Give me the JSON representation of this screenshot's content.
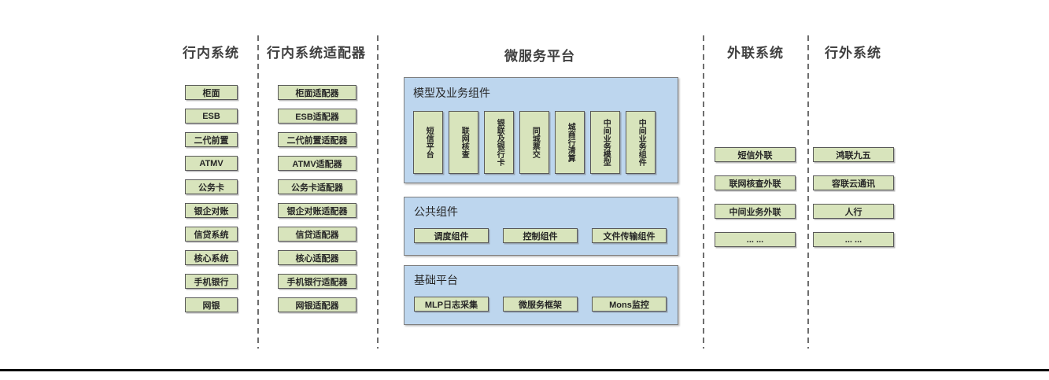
{
  "headers": {
    "internal": "行内系统",
    "adapters": "行内系统适配器",
    "platform": "微服务平台",
    "external": "外联系统",
    "outside": "行外系统"
  },
  "internal_systems": [
    "柜面",
    "ESB",
    "二代前置",
    "ATMV",
    "公务卡",
    "银企对账",
    "信贷系统",
    "核心系统",
    "手机银行",
    "网银"
  ],
  "adapter_systems": [
    "柜面适配器",
    "ESB适配器",
    "二代前置适配器",
    "ATMV适配器",
    "公务卡适配器",
    "银企对账适配器",
    "信贷适配器",
    "核心适配器",
    "手机银行适配器",
    "网银适配器"
  ],
  "platform": {
    "models": {
      "label": "模型及业务组件",
      "items": [
        "短信平台",
        "联网核查",
        "银联及银行卡",
        "同城票交",
        "城商行清算",
        "中间业务模型",
        "中间业务组件"
      ]
    },
    "common": {
      "label": "公共组件",
      "items": [
        "调度组件",
        "控制组件",
        "文件传输组件"
      ]
    },
    "base": {
      "label": "基础平台",
      "items": [
        "MLP日志采集",
        "微服务框架",
        "Mons监控"
      ]
    }
  },
  "external_systems": [
    "短信外联",
    "联网核查外联",
    "中间业务外联",
    "... ..."
  ],
  "outside_systems": [
    "鸿联九五",
    "容联云通讯",
    "人行",
    "... ..."
  ],
  "colors": {
    "box_fill": "#d8e4bc",
    "box_border": "#595959",
    "panel_fill": "#bdd6ee",
    "panel_border": "#7f7f7f",
    "divider": "#6e6e6e",
    "rule": "#000000"
  }
}
